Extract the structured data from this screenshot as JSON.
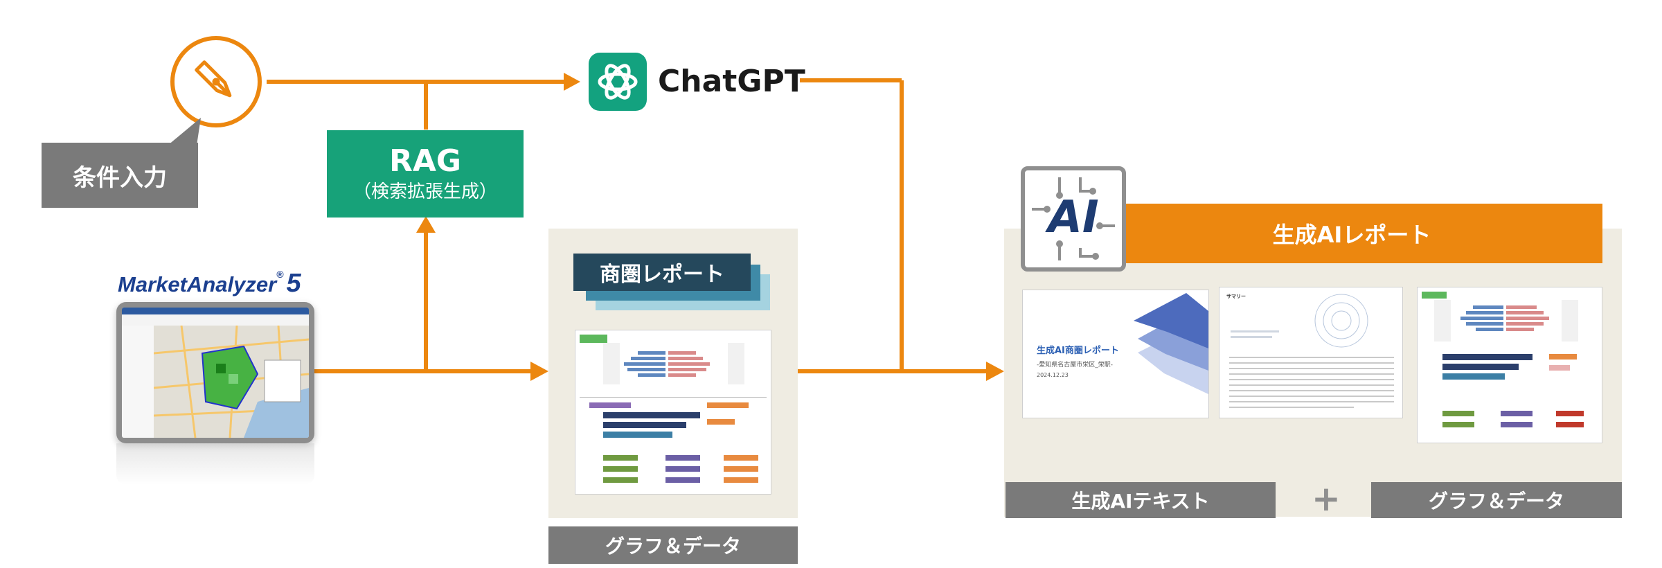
{
  "input_bubble": {
    "label": "条件入力",
    "icon": "pen-icon"
  },
  "rag": {
    "title": "RAG",
    "subtitle": "（検索拡張生成）"
  },
  "chatgpt": {
    "label": "ChatGPT",
    "icon": "openai-logo-icon"
  },
  "market_analyzer": {
    "brand_primary": "MarketAnalyzer",
    "brand_reg": "®",
    "brand_version": "5"
  },
  "trade_area_report": {
    "title": "商圏レポート",
    "footer": "グラフ＆データ"
  },
  "ai_report": {
    "badge": "AI",
    "header": "生成AIレポート",
    "cover_title": "生成AI商圏レポート",
    "cover_subtitle": "-愛知県名古屋市栄区_栄駅-",
    "cover_date": "2024.12.23",
    "summary_heading": "サマリー",
    "left_footer": "生成AIテキスト",
    "plus": "+",
    "right_footer": "グラフ＆データ"
  },
  "colors": {
    "orange": "#ec870f",
    "green": "#17a279",
    "gray": "#7a7a7a",
    "beige": "#efece2",
    "navy": "#25485c"
  }
}
